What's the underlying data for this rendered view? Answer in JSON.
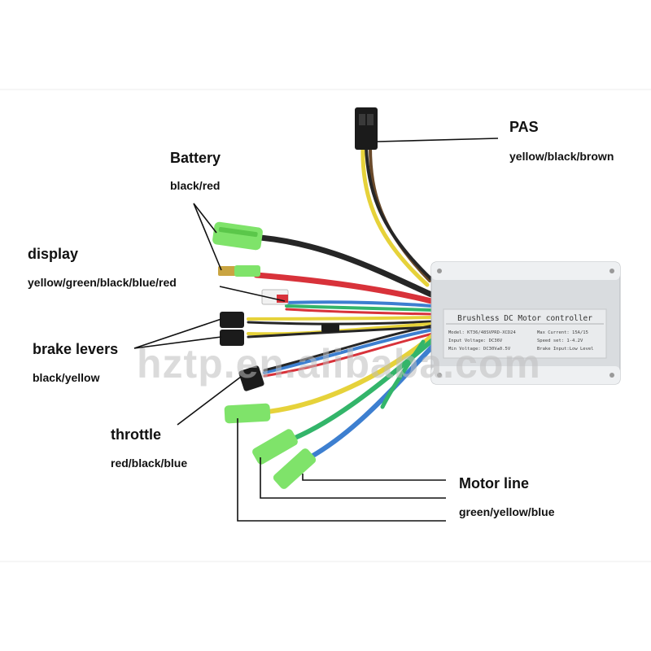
{
  "labels": {
    "pas": {
      "title": "PAS",
      "colors": "yellow/black/brown"
    },
    "battery": {
      "title": "Battery",
      "colors": "black/red"
    },
    "display": {
      "title": "display",
      "colors": "yellow/green/black/blue/red"
    },
    "brake_levers": {
      "title": "brake levers",
      "colors": "black/yellow"
    },
    "throttle": {
      "title": "throttle",
      "colors": "red/black/blue"
    },
    "motor_line": {
      "title": "Motor line",
      "colors": "green/yellow/blue"
    }
  },
  "controller": {
    "title": "Brushless DC Motor controller",
    "specs": {
      "model": "Model: KT36/48SVPRD-XCD24",
      "max_current": "Max Current: 15A/15",
      "input_voltage": "Input Voltage: DC36V",
      "speed_set": "Speed set: 1-4.2V",
      "min_voltage": "Min Voltage: DC30V±0.5V",
      "brake_input": "Brake Input:Low Level"
    }
  },
  "watermark": "hztp.en.alibaba.com",
  "colors": {
    "controller_body": "#d9dcdf",
    "wire_red": "#d8323a",
    "wire_black": "#262626",
    "wire_yellow": "#e6d23a",
    "wire_green": "#33b56a",
    "wire_blue": "#3d7fd0",
    "connector_green": "#7fe36a",
    "connector_black": "#1b1b1b"
  }
}
